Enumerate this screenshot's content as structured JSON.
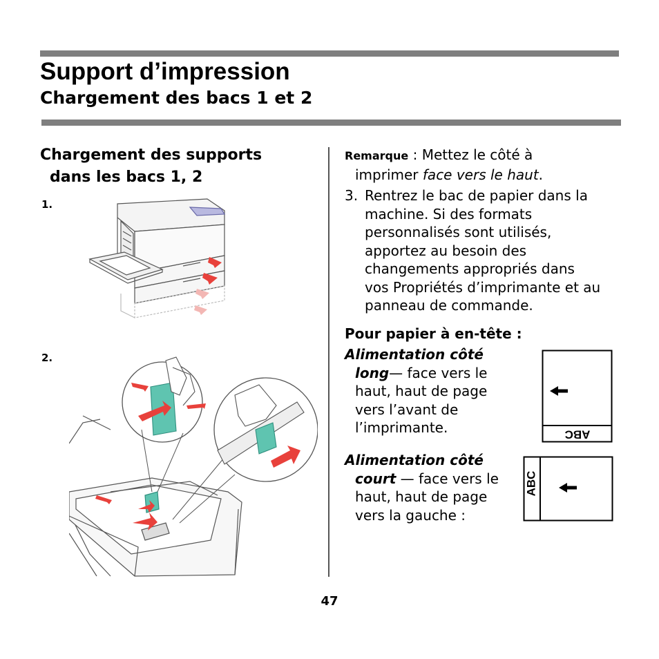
{
  "header": {
    "title": "Support d’impression",
    "subtitle": "Chargement des bacs 1 et 2"
  },
  "left": {
    "section_heading_line1": "Chargement des supports",
    "section_heading_line2": "dans les bacs 1, 2",
    "step1_label": "1.",
    "step2_label": "2."
  },
  "right": {
    "note_label": "Remarque",
    "note_line1": " : Mettez le côté à",
    "note_line2_prefix": "imprimer ",
    "note_line2_italic": "face vers le haut",
    "note_line2_suffix": ".",
    "step3_num": "3.",
    "step3_lines": [
      "Rentrez le bac de papier dans la",
      "machine. Si des formats",
      "personnalisés sont utilisés,",
      "apportez au besoin des",
      "changements appropriés dans",
      "vos Propriétés d’imprimante et au",
      "panneau de commande."
    ],
    "letterhead_heading": "Pour papier à en-tête :",
    "long_title1": "Alimentation côté",
    "long_title2": "long",
    "long_text_after_title": "— face vers le",
    "long_lines": [
      "haut, haut de page",
      "vers l’avant de",
      "l’imprimante."
    ],
    "short_title1": "Alimentation côté",
    "short_title2": "court",
    "short_text_after_title": " — face vers le",
    "short_lines": [
      "haut, haut de page",
      "vers la gauche :"
    ],
    "diagram_label": "ABC"
  },
  "footer": {
    "page_number": "47"
  },
  "colors": {
    "rule": "#7f7f7f",
    "arrow_red": "#e8413b",
    "guide_teal": "#5fc4b0"
  }
}
